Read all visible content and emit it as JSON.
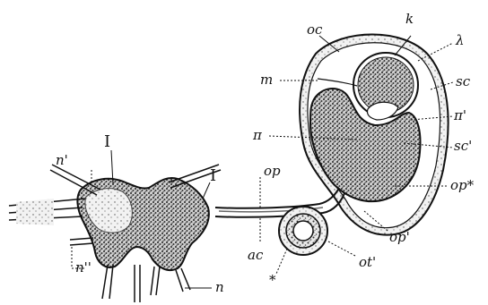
{
  "figure": {
    "labels": {
      "k": "k",
      "lambda": "λ",
      "oc": "oc",
      "sc": "sc",
      "m": "m",
      "pi_prime": "π'",
      "pi": "π",
      "sc_prime": "sc'",
      "op": "op",
      "op_star": "op*",
      "op_prime": "op'",
      "ac": "ac",
      "ot_prime": "ot'",
      "star": "*",
      "I_left": "I",
      "I_right": "I",
      "n_prime": "n'",
      "n_double_prime": "n''",
      "n": "n"
    }
  }
}
